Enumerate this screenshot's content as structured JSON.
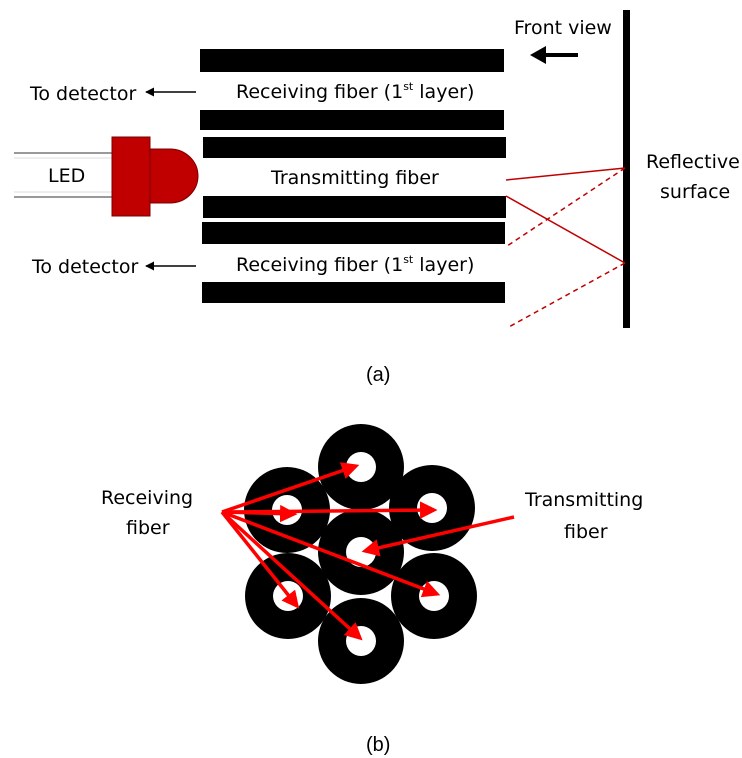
{
  "panel_a": {
    "front_view": "Front view",
    "to_detector_top": "To detector",
    "to_detector_bottom": "To detector",
    "receiving_top_label": "Receiving fiber (1",
    "receiving_top_sup": "st",
    "receiving_top_tail": " layer)",
    "transmitting_label": "Transmitting fiber",
    "receiving_bottom_label": "Receiving fiber (1",
    "receiving_bottom_sup": "st",
    "receiving_bottom_tail": " layer)",
    "led": "LED",
    "reflective_line1": "Reflective",
    "reflective_line2": "surface",
    "caption": "(a)"
  },
  "panel_b": {
    "receiving_line1": "Receiving",
    "receiving_line2": "fiber",
    "transmitting_line1": "Transmitting",
    "transmitting_line2": "fiber",
    "caption": "(b)"
  },
  "colors": {
    "led": "#c00000",
    "ray": "#c00000",
    "pointer": "#ff0000",
    "fiber": "#000000"
  }
}
